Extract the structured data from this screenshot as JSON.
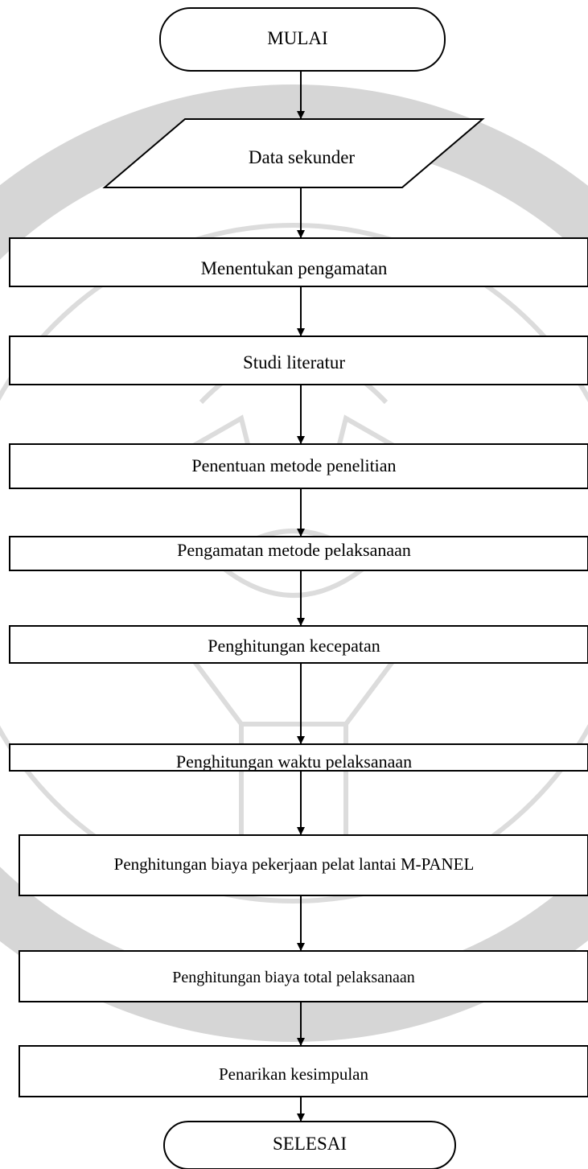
{
  "nodes": {
    "start": "MULAI",
    "input": "Data sekunder",
    "step1": "Menentukan pengamatan",
    "step2": "Studi literatur",
    "step3": "Penentuan metode penelitian",
    "step4": "Pengamatan metode pelaksanaan",
    "step5": "Penghitungan kecepatan",
    "step6": "Penghitungan waktu pelaksanaan",
    "step7": "Penghitungan biaya pekerjaan pelat lantai M-PANEL",
    "step8": "Penghitungan biaya total pelaksanaan",
    "step9": "Penarikan kesimpulan",
    "end": "SELESAI"
  },
  "colors": {
    "line": "#000000",
    "box_fill": "#ffffff",
    "watermark": "#d6d6d6"
  }
}
